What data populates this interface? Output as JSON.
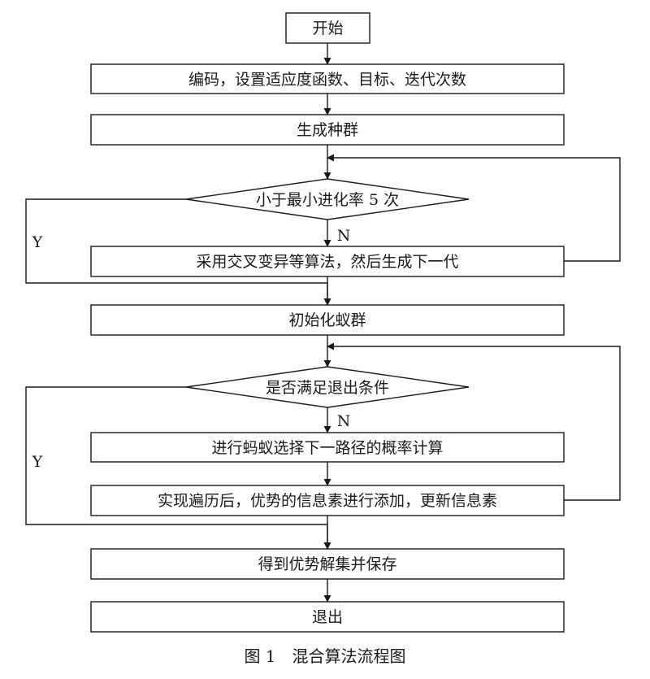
{
  "nodes": {
    "start": "开始",
    "encode": "编码，设置适应度函数、目标、迭代次数",
    "gen_pop": "生成种群",
    "cond1": "小于最小进化率 5 次",
    "crossover": "采用交叉变异等算法，然后生成下一代",
    "init_ants": "初始化蚁群",
    "cond2": "是否满足退出条件",
    "prob": "进行蚂蚁选择下一路径的概率计算",
    "traverse": "实现遍历后，优势的信息素进行添加，更新信息素",
    "save": "得到优势解集并保存",
    "exit": "退出"
  },
  "labels": {
    "yes1": "Y",
    "no1": "N",
    "yes2": "Y",
    "no2": "N"
  },
  "caption": "图 1　混合算法流程图",
  "colors": {
    "line": "#1a1a1a",
    "background": "#ffffff"
  }
}
